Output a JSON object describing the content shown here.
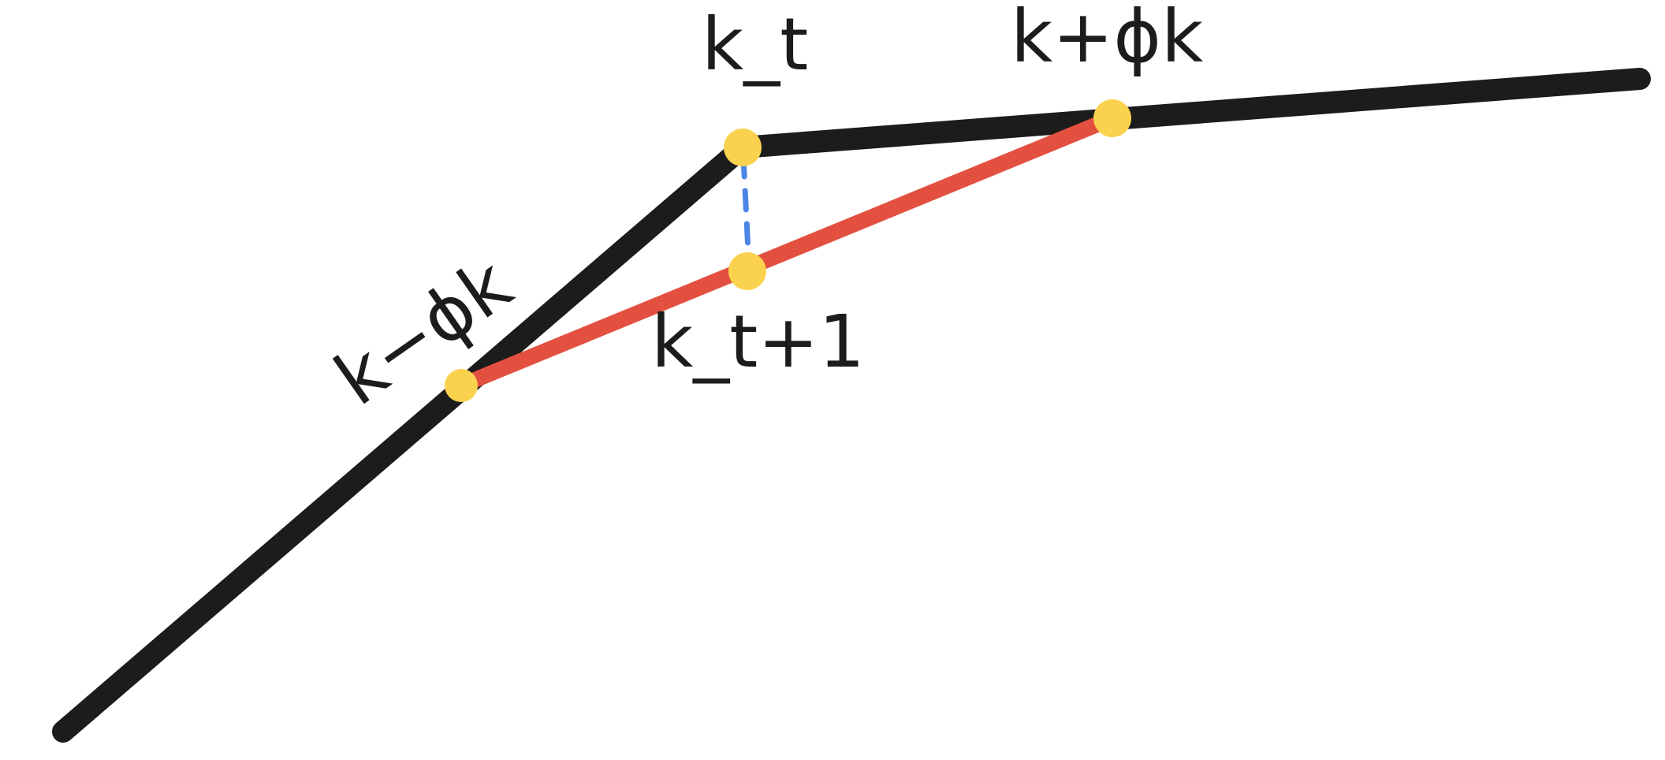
{
  "labels": {
    "k_t": "k_t",
    "k_plus": "k+ϕk",
    "k_minus": "k−ϕk",
    "k_t1": "k_t+1"
  },
  "colors": {
    "main_line": "#1c1c1c",
    "secant_line": "#e35040",
    "dashed_line": "#4b86e6",
    "points": "#fbd24e",
    "text": "#1c1c1c"
  }
}
